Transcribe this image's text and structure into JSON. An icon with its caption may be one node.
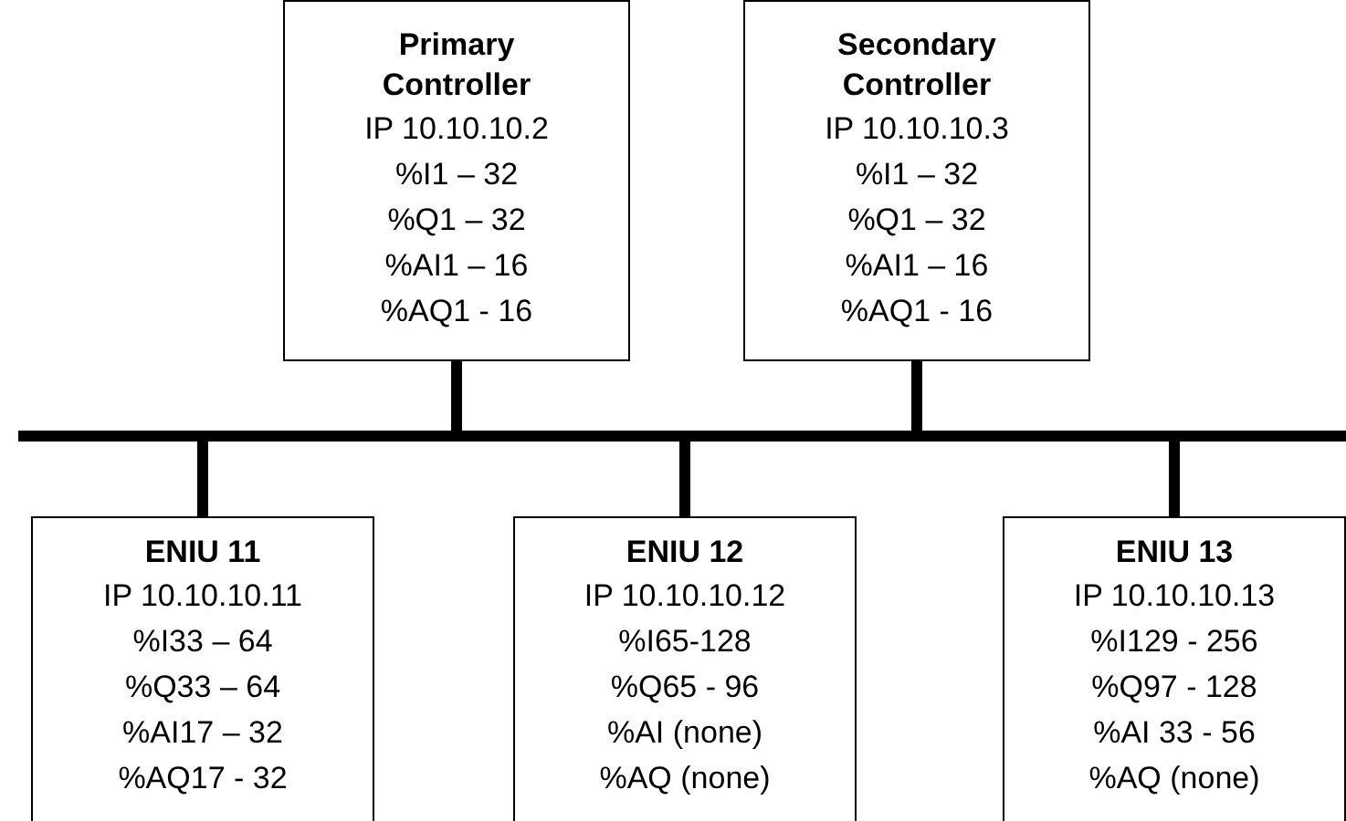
{
  "diagram": {
    "nodes": [
      {
        "text": [
          "Primary Controller",
          "IP 10.10.10.2",
          "%I1 – 32",
          "%Q1 – 32",
          "%AI1 – 16",
          "%AQ1 - 16"
        ]
      },
      {
        "text": [
          "Secondary Controller",
          "IP 10.10.10.3",
          "%I1 – 32",
          "%Q1 – 32",
          "%AI1 – 16",
          "%AQ1 - 16"
        ]
      },
      {
        "text": [],
        "shape": "bar"
      },
      {
        "text": [
          "ENIU 11",
          "IP 10.10.10.11",
          "%I33 – 64",
          "%Q33 – 64",
          "%AI17 – 32",
          "%AQ17 - 32"
        ]
      },
      {
        "text": [
          "ENIU 12",
          "IP 10.10.10.12",
          "%I65-128",
          "%Q65 - 96",
          "%AI (none)",
          "%AQ (none)"
        ]
      },
      {
        "text": [
          "ENIU 13",
          "IP 10.10.10.13",
          "%I129 - 256",
          "%Q97 - 128",
          "%AI 33 - 56",
          "%AQ (none)"
        ]
      }
    ],
    "edges": [
      {
        "from": 0,
        "to": 2,
        "arrow": "none"
      },
      {
        "from": 1,
        "to": 2,
        "arrow": "none"
      },
      {
        "from": 2,
        "to": 3,
        "arrow": "none"
      },
      {
        "from": 2,
        "to": 4,
        "arrow": "none"
      },
      {
        "from": 2,
        "to": 5,
        "arrow": "none"
      }
    ]
  }
}
